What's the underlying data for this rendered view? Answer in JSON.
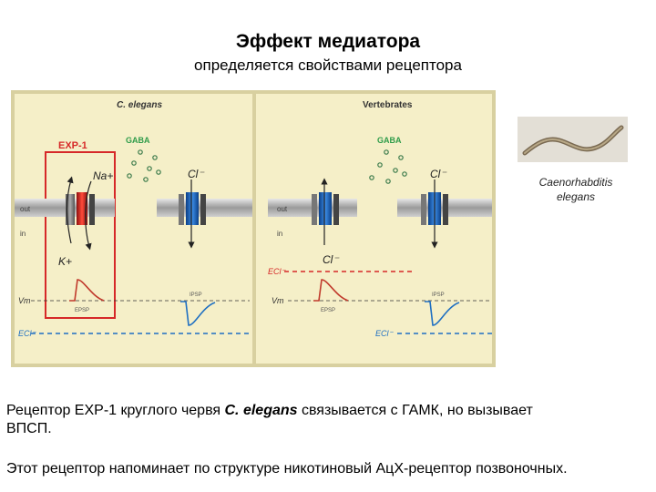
{
  "title": "Эффект медиатора",
  "subtitle": "определяется свойствами рецептора",
  "figure": {
    "panel_left_title": "C. elegans",
    "panel_right_title": "Vertebrates",
    "exp1_label": "EXP-1",
    "gaba_label": "GABA",
    "na_label": "Na+",
    "k_label": "K+",
    "cl_label": "Cl⁻",
    "out_label": "out",
    "in_label": "in",
    "vm_label": "Vm",
    "ecl_label": "ECl⁻",
    "epsp_label": "EPSP",
    "ipsp_label": "IPSP",
    "colors": {
      "panel_bg": "#f5efc8",
      "frame": "#d8d0a0",
      "red": "#d62828",
      "blue": "#1e6fc2",
      "green": "#2f9c4a"
    }
  },
  "photo": {
    "caption_line1": "Caenorhabditis",
    "caption_line2": "elegans",
    "icon": "worm-photo"
  },
  "text": {
    "para1_prefix": "Рецептор EXP-1 круглого червя ",
    "para1_species": "C. elegans",
    "para1_suffix": " связывается с ГАМК, но вызывает",
    "para1_line2": "ВПСП.",
    "para2": "Этот рецептор напоминает по структуре никотиновый АцХ-рецептор позвоночных."
  }
}
